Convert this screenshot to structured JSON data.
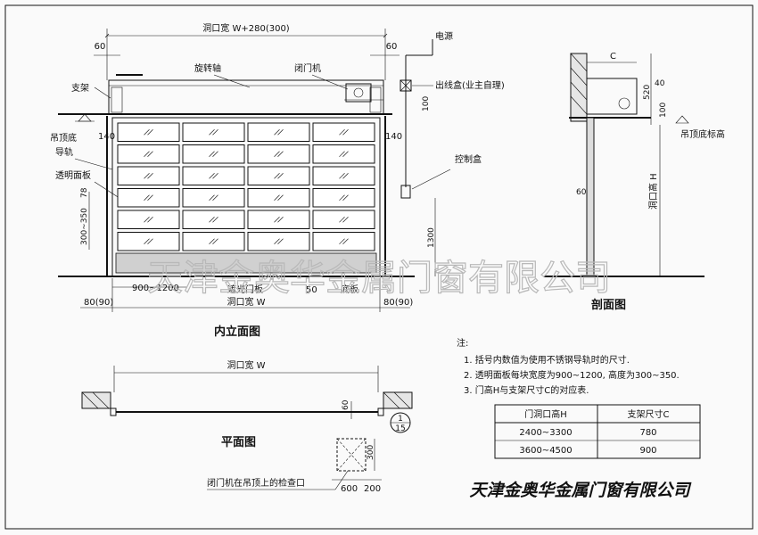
{
  "elevation": {
    "title": "内立面图",
    "dim_top": "洞口宽 W+280(300)",
    "dim_bottom": "洞口宽 W",
    "dim_60_left": "60",
    "dim_60_right": "60",
    "dim_140_left": "140",
    "dim_140_right": "140",
    "dim_100": "100",
    "dim_78": "78",
    "dim_300_350": "300~350",
    "dim_1300": "1300",
    "dim_900_1200": "900~1200",
    "dim_50": "50",
    "dim_80_left": "80(90)",
    "dim_80_right": "80(90)",
    "label_bracket": "支架",
    "label_shaft": "旋转轴",
    "label_opener": "闭门机",
    "label_power": "电源",
    "label_outlet_box": "出线盒(业主自理)",
    "label_ceiling": "吊顶底",
    "label_rail": "导轨",
    "label_panel": "透明面板",
    "label_control_box": "控制盒",
    "label_shading_panel": "遮光门板",
    "label_bottom_panel": "底板"
  },
  "section": {
    "title": "剖面图",
    "dim_c": "C",
    "dim_40": "40",
    "dim_520": "520",
    "dim_100": "100",
    "dim_60": "60",
    "label_height": "洞口高 H",
    "label_ceiling_level": "吊顶底标高"
  },
  "plan": {
    "title": "平面图",
    "dim_width": "洞口宽 W",
    "dim_60": "60",
    "dim_300": "300",
    "dim_600": "600",
    "dim_200": "200",
    "detail_top": "1",
    "detail_bottom": "15",
    "label_hatch": "闭门机在吊顶上的检查口"
  },
  "notes": {
    "heading": "注:",
    "lines": [
      "1. 括号内数值为使用不锈钢导轨时的尺寸.",
      "2. 透明面板每块宽度为900~1200, 高度为300~350.",
      "3. 门高H与支架尺寸C的对应表."
    ],
    "table": {
      "headers": [
        "门洞口高H",
        "支架尺寸C"
      ],
      "rows": [
        [
          "2400~3300",
          "780"
        ],
        [
          "3600~4500",
          "900"
        ]
      ]
    }
  },
  "watermark": "天津金奥华金属门窗有限公司",
  "company": "天津金奥华金属门窗有限公司"
}
